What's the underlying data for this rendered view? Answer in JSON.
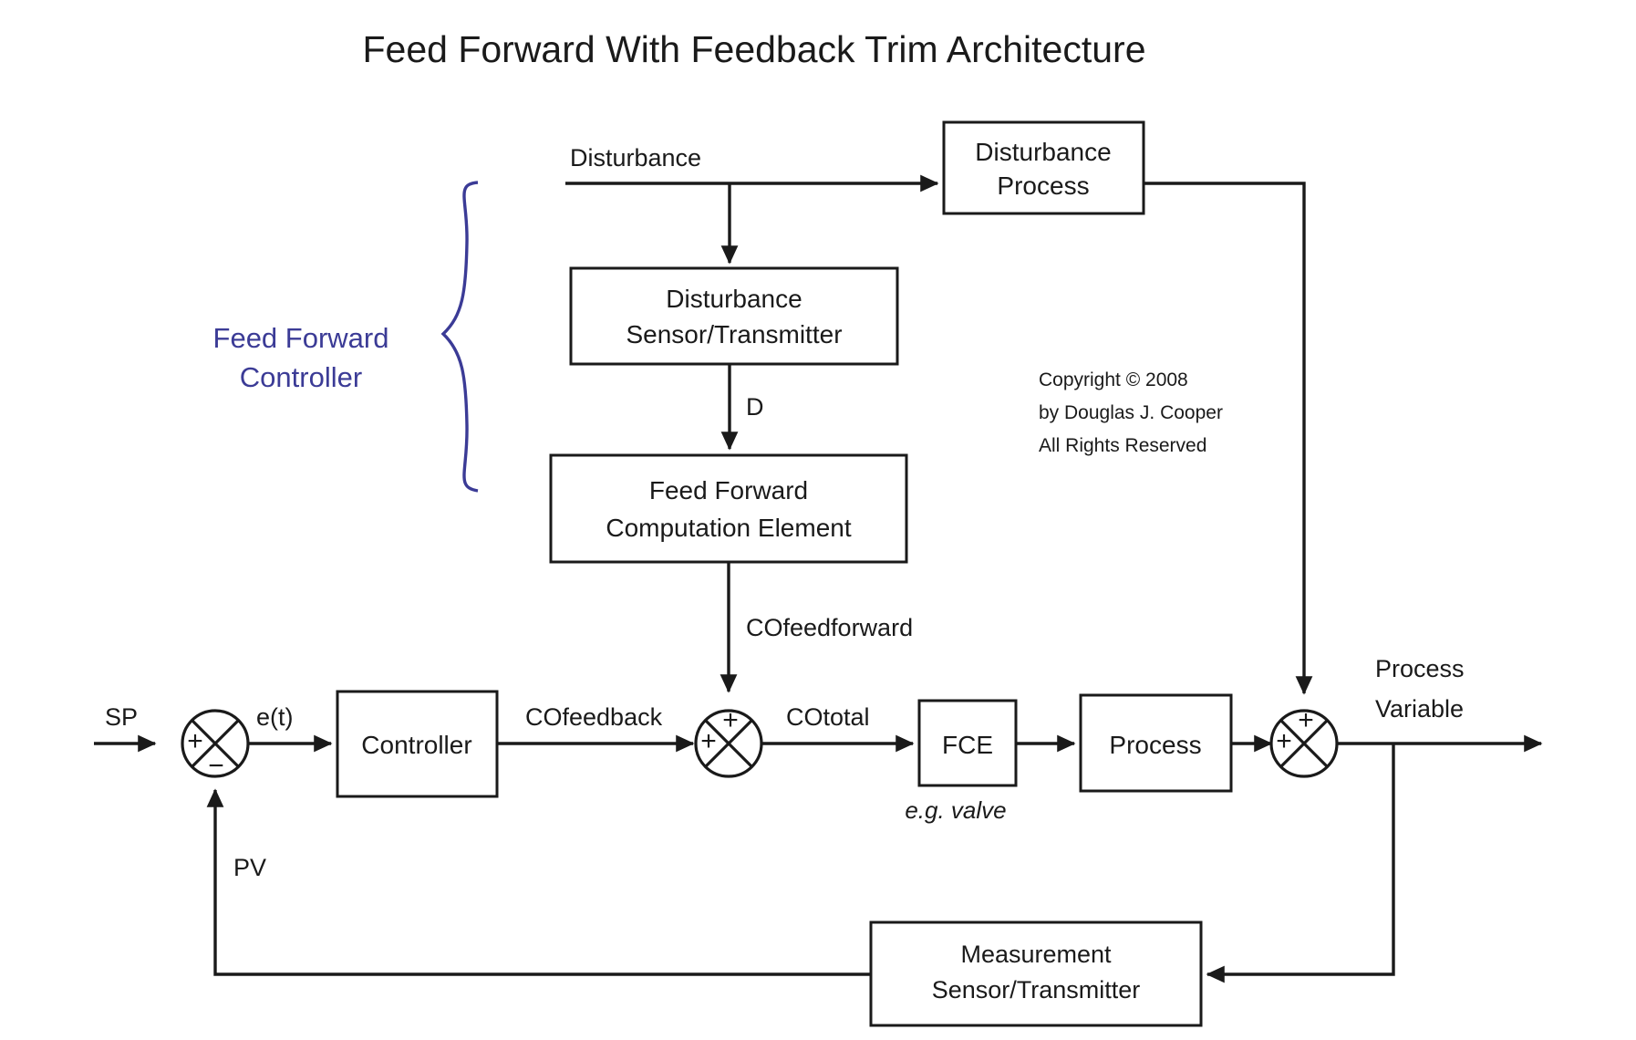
{
  "page": {
    "title": "Feed Forward With Feedback Trim Architecture",
    "background": "#ffffff",
    "line_color": "#1a1a1a",
    "accent_color": "#3b3b96"
  },
  "annotations": {
    "feed_forward_controller_line1": "Feed Forward",
    "feed_forward_controller_line2": "Controller",
    "copyright_line1": "Copyright © 2008",
    "copyright_line2": "by Douglas J. Cooper",
    "copyright_line3": "All Rights Reserved",
    "fce_note": "e.g. valve"
  },
  "blocks": {
    "disturbance_process": {
      "line1": "Disturbance",
      "line2": "Process"
    },
    "disturbance_sensor": {
      "line1": "Disturbance",
      "line2": "Sensor/Transmitter"
    },
    "feed_forward_element": {
      "line1": "Feed Forward",
      "line2": "Computation Element"
    },
    "controller": {
      "label": "Controller"
    },
    "fce": {
      "label": "FCE"
    },
    "process": {
      "label": "Process"
    },
    "measurement_sensor": {
      "line1": "Measurement",
      "line2": "Sensor/Transmitter"
    }
  },
  "signals": {
    "disturbance": "Disturbance",
    "d": "D",
    "co_feedforward": "COfeedforward",
    "sp": "SP",
    "error": "e(t)",
    "co_feedback": "COfeedback",
    "co_total": "COtotal",
    "pv": "PV",
    "process_variable_line1": "Process",
    "process_variable_line2": "Variable"
  },
  "summing_junctions": [
    {
      "name": "error-junction",
      "left_sign": "+",
      "bottom_sign": "−"
    },
    {
      "name": "co-total-junction",
      "left_sign": "+",
      "top_sign": "+"
    },
    {
      "name": "process-output-junction",
      "left_sign": "+",
      "top_sign": "+"
    }
  ]
}
